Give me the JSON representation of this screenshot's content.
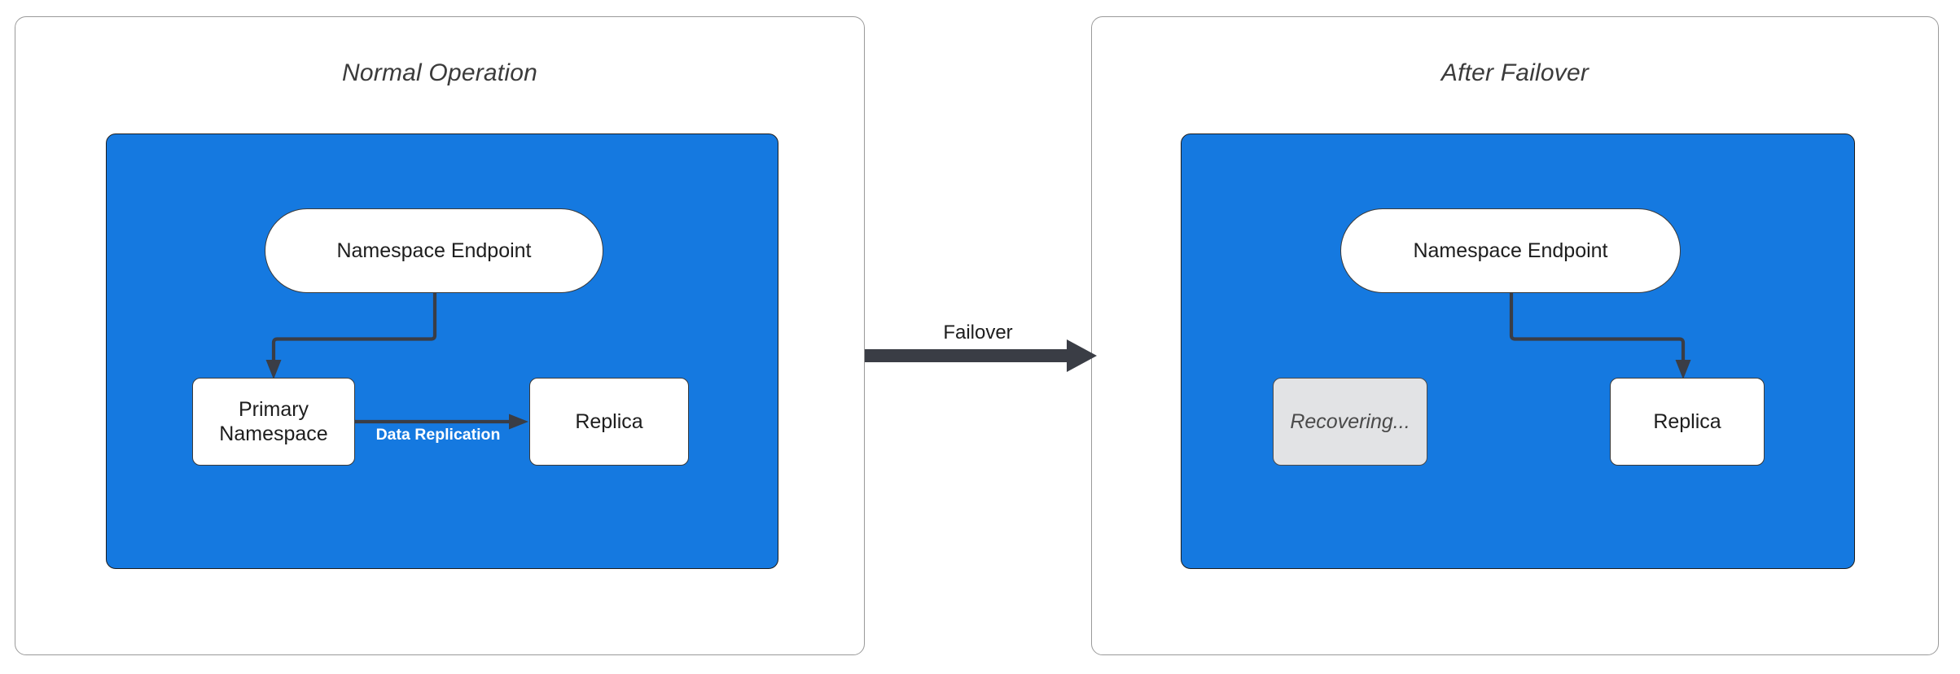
{
  "diagram": {
    "title_left": "Normal Operation",
    "title_right": "After Failover",
    "transition_label": "Failover",
    "colors": {
      "zone_blue": "#1579e0",
      "node_white": "#ffffff",
      "node_muted": "#e2e3e5",
      "connector": "#3a3d45",
      "panel_border": "#9a9a9a",
      "text": "#1d1d1d",
      "muted_text": "#4a4a4a"
    }
  },
  "panels": [
    {
      "id": "normal-operation",
      "title": "Normal Operation",
      "nodes": {
        "endpoint": "Namespace Endpoint",
        "primary": "Primary\nNamespace",
        "primary_line1": "Primary",
        "primary_line2": "Namespace",
        "replica": "Replica"
      },
      "edges": {
        "endpoint_to_primary": "",
        "replication": "Data Replication"
      }
    },
    {
      "id": "after-failover",
      "title": "After Failover",
      "nodes": {
        "endpoint": "Namespace Endpoint",
        "recovering": "Recovering...",
        "replica": "Replica"
      },
      "edges": {
        "endpoint_to_replica": ""
      }
    }
  ],
  "transition": {
    "label": "Failover",
    "direction": "left-to-right"
  }
}
